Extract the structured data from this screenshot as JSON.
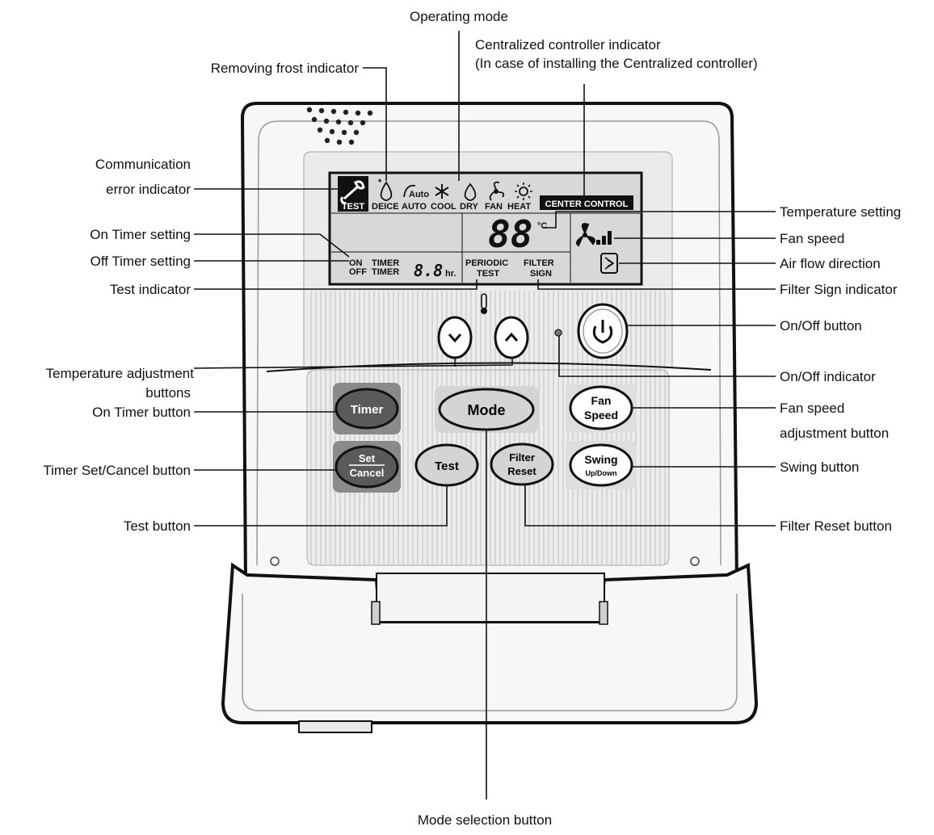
{
  "labels": {
    "operating_mode": "Operating mode",
    "centralized_line1": "Centralized controller indicator",
    "centralized_line2": "(In case of installing the Centralized controller)",
    "removing_frost": "Removing frost indicator",
    "comm_error_line1": "Communication",
    "comm_error_line2": "error indicator",
    "on_timer_setting": "On Timer setting",
    "off_timer_setting": "Off Timer setting",
    "test_indicator": "Test indicator",
    "temp_adjust_line1": "Temperature adjustment",
    "temp_adjust_line2": "buttons",
    "on_timer_button": "On Timer button",
    "timer_set_cancel_button": "Timer Set/Cancel button",
    "test_button": "Test button",
    "mode_selection_button": "Mode selection button",
    "temperature_setting": "Temperature setting",
    "fan_speed": "Fan speed",
    "air_flow_direction": "Air flow direction",
    "filter_sign_indicator": "Filter Sign indicator",
    "on_off_button": "On/Off button",
    "on_off_indicator": "On/Off indicator",
    "fan_speed_adj_line1": "Fan speed",
    "fan_speed_adj_line2": "adjustment button",
    "swing_button": "Swing button",
    "filter_reset_button": "Filter Reset button"
  },
  "lcd": {
    "test": "TEST",
    "deice": "DEICE",
    "auto": "AUTO",
    "cool": "COOL",
    "dry": "DRY",
    "fan": "FAN",
    "heat": "HEAT",
    "center_control": "CENTER CONTROL",
    "temp_digits": "88",
    "temp_unit": "°C",
    "on": "ON",
    "off": "OFF",
    "timer1": "TIMER",
    "timer2": "TIMER",
    "timer_digits": "8.8",
    "hr": "hr.",
    "periodic": "PERIODIC",
    "periodic_test": "TEST",
    "filter": "FILTER",
    "sign": "SIGN"
  },
  "buttons": {
    "timer": "Timer",
    "mode": "Mode",
    "fan_speed_1": "Fan",
    "fan_speed_2": "Speed",
    "set": "Set",
    "cancel": "Cancel",
    "test": "Test",
    "filter": "Filter",
    "reset": "Reset",
    "swing": "Swing",
    "up_down": "Up/Down"
  },
  "colors": {
    "dark_button": "#5a5a5a",
    "light_button": "#d9d9d9",
    "panel": "#e6e6e6",
    "lcd_bg": "#dcdcdc"
  }
}
